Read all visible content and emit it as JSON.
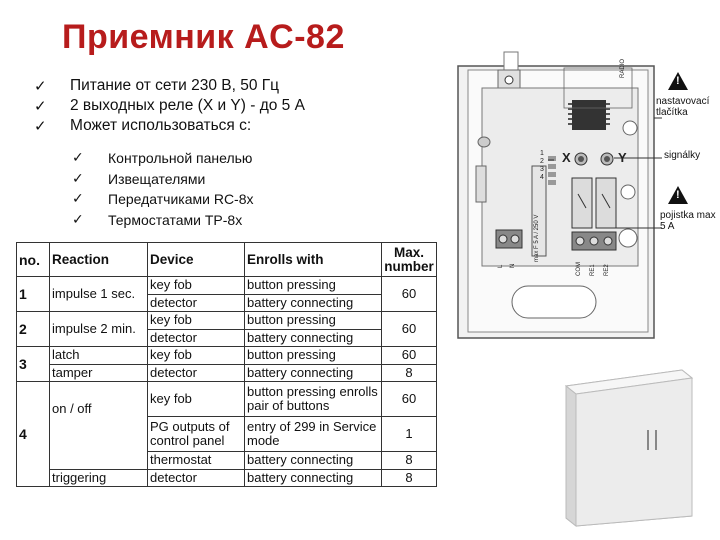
{
  "title": "Приемник AC-82",
  "bullets": [
    "Питание от сети 230 В, 50 Гц",
    "2 выходных реле (X и Y) - до 5 А",
    "Может использоваться с:"
  ],
  "sub_bullets": [
    "Контрольной панелью",
    "Извещателями",
    "Передатчиками RC-8x",
    "Термостатами TP-8x"
  ],
  "check_glyph": "✓",
  "table": {
    "headers": {
      "no": "no.",
      "reaction": "Reaction",
      "device": "Device",
      "enrolls": "Enrolls with",
      "max": "Max. number"
    },
    "rows": [
      {
        "no": "1",
        "reaction": "impulse 1 sec.",
        "device_1": "key fob",
        "enrolls_1": "button pressing",
        "device_2": "detector",
        "enrolls_2": "battery connecting",
        "max": "60"
      },
      {
        "no": "2",
        "reaction": "impulse 2 min.",
        "device_1": "key fob",
        "enrolls_1": "button pressing",
        "device_2": "detector",
        "enrolls_2": "battery connecting",
        "max": "60"
      },
      {
        "no": "3",
        "reaction_1": "latch",
        "device_1": "key fob",
        "enrolls_1": "button pressing",
        "max_1": "60",
        "reaction_2": "tamper",
        "device_2": "detector",
        "enrolls_2": "battery connecting",
        "max_2": "8"
      },
      {
        "no": "4",
        "reaction_1": "on / off",
        "device_1": "key fob",
        "enrolls_1": "button pressing enrolls pair of buttons",
        "max_1": "60",
        "device_2": "PG outputs of control panel",
        "enrolls_2": "entry of 299 in Service mode",
        "max_2": "1",
        "device_3": "thermostat",
        "enrolls_3": "battery connecting",
        "max_3": "8",
        "reaction_2": "triggering",
        "device_4": "detector",
        "enrolls_4": "battery connecting",
        "max_4": "8"
      }
    ]
  },
  "diagram": {
    "radio": "RADIO",
    "callout_buttons": "nastavovací tlačítka",
    "callout_signals": "signálky",
    "callout_fuse": "pojistka max 5 A",
    "relay_x": "X",
    "relay_y": "Y",
    "led_1": "1",
    "led_2": "2",
    "led_3": "3",
    "led_4": "4",
    "fuse_text": "max F 5 A / 250 V",
    "term_l": "L",
    "term_n": "N",
    "term_com": "COM",
    "term_re1": "RE1",
    "term_re2": "RE2",
    "warn": "!"
  },
  "colors": {
    "title": "#b71c1c",
    "text": "#111111"
  }
}
